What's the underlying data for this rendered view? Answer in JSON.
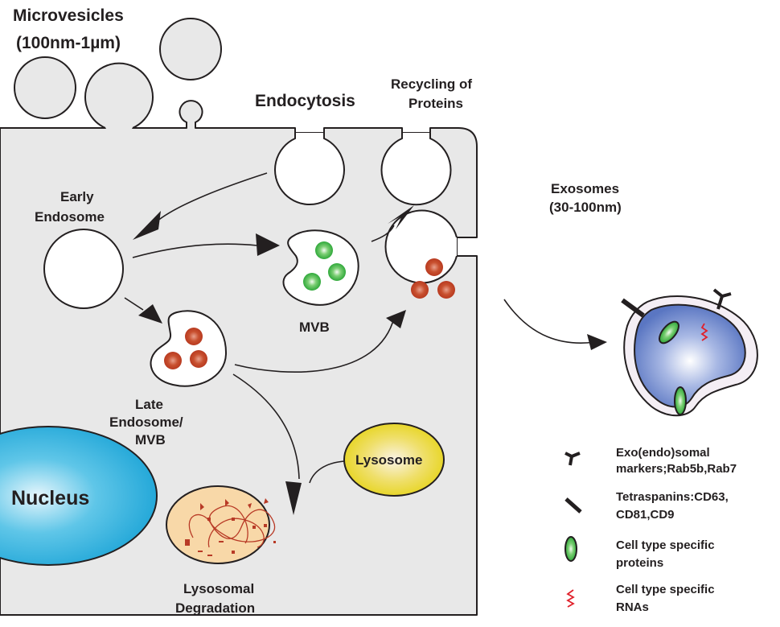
{
  "diagram": {
    "title": "Exosome and microvesicle biogenesis",
    "labels": {
      "microvesicles_line1": "Microvesicles",
      "microvesicles_line2": "(100nm-1µm)",
      "endocytosis": "Endocytosis",
      "recycling_line1": "Recycling of",
      "recycling_line2": "Proteins",
      "early_endosome_line1": "Early",
      "early_endosome_line2": "Endosome",
      "mvb": "MVB",
      "late_endosome_line1": "Late",
      "late_endosome_line2": "Endosome/",
      "late_endosome_line3": "MVB",
      "exosomes_line1": "Exosomes",
      "exosomes_line2": "(30-100nm)",
      "nucleus": "Nucleus",
      "lysosome": "Lysosome",
      "degradation_line1": "Lysosomal",
      "degradation_line2": "Degradation"
    },
    "legend": [
      {
        "icon": "y-marker-icon",
        "line1": "Exo(endo)somal",
        "line2": "markers;Rab5b,Rab7"
      },
      {
        "icon": "bar-marker-icon",
        "line1": "Tetraspanins:CD63,",
        "line2": "CD81,CD9"
      },
      {
        "icon": "green-oval-icon",
        "line1": "Cell type specific",
        "line2": "proteins"
      },
      {
        "icon": "red-zigzag-icon",
        "line1": "Cell type specific",
        "line2": "RNAs"
      }
    ],
    "colors": {
      "cytoplasm": "#e8e8e8",
      "outline": "#231f20",
      "nucleus": "#2aaedb",
      "lysosome": "#e8d820",
      "degradation": "#f8d8a8",
      "debris": "#b83a26",
      "red_vesicle": "#c0442a",
      "green_vesicle": "#3cb44a",
      "exosome_body": "#5a7cc8",
      "rna": "#e0202a"
    }
  }
}
